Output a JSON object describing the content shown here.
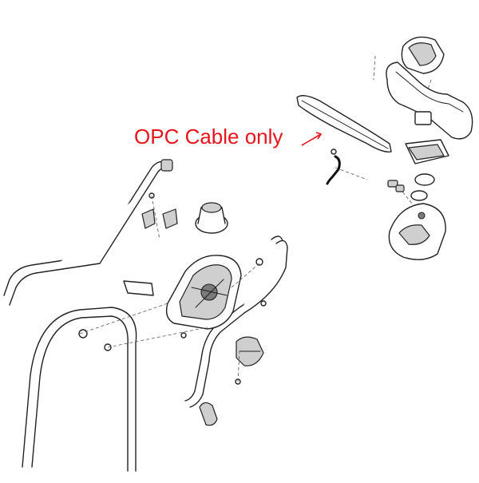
{
  "callout": {
    "label": "OPC Cable only",
    "color": "#e8141b"
  },
  "parts": [
    "left-handle-bar",
    "right-handle-bar",
    "lower-handle-frame",
    "upper-handle-loop",
    "cable-housing",
    "opc-cable",
    "motor-cover",
    "switch-box-body",
    "switch-box-cover",
    "handle-knob",
    "cable-clip",
    "fasteners"
  ]
}
